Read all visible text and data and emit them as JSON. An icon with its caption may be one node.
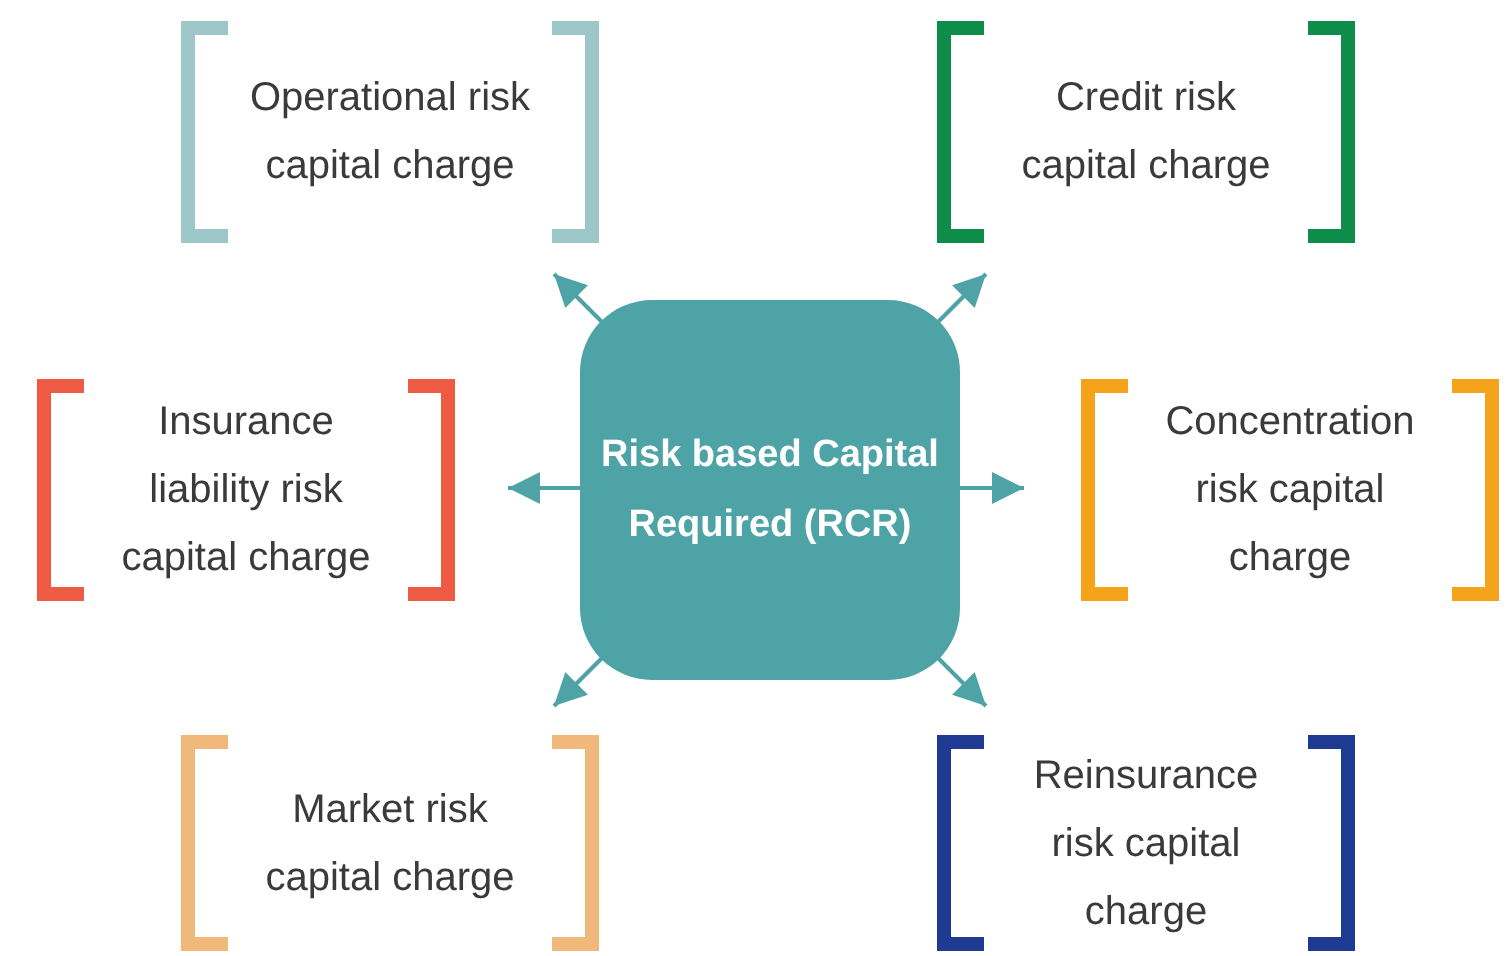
{
  "diagram": {
    "nodes": [
      {
        "text": [
          "Risk based Capital Required (RCR)"
        ]
      },
      {
        "text": [
          "Operational risk capital charge"
        ]
      },
      {
        "text": [
          "Credit risk capital charge"
        ]
      },
      {
        "text": [
          "Insurance liability risk capital charge"
        ]
      },
      {
        "text": [
          "Concentration risk capital charge"
        ]
      },
      {
        "text": [
          "Market risk capital charge"
        ]
      },
      {
        "text": [
          "Reinsurance risk capital charge"
        ]
      }
    ],
    "edges": [
      {
        "from": 0,
        "to": 1,
        "arrow": "to"
      },
      {
        "from": 0,
        "to": 2,
        "arrow": "to"
      },
      {
        "from": 0,
        "to": 3,
        "arrow": "to"
      },
      {
        "from": 0,
        "to": 4,
        "arrow": "to"
      },
      {
        "from": 0,
        "to": 5,
        "arrow": "to"
      },
      {
        "from": 0,
        "to": 6,
        "arrow": "to"
      }
    ]
  }
}
